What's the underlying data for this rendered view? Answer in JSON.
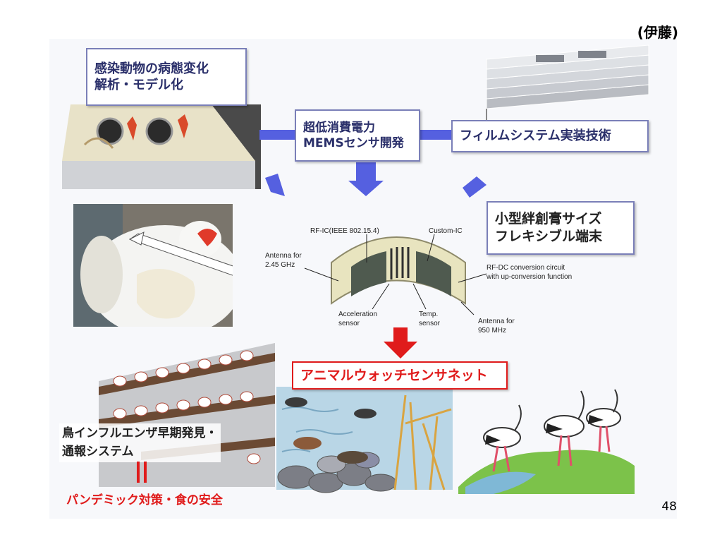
{
  "author": "(伊藤)",
  "page_number": "48",
  "boxes": {
    "analysis": {
      "line1": "感染動物の病態変化",
      "line2": "解析・モデル化"
    },
    "mems": {
      "line1": "超低消費電力",
      "line2": "MEMSセンサ開発"
    },
    "film": {
      "line1": "フィルムシステム実装技術"
    },
    "plaster": {
      "line1": "小型絆創膏サイズ",
      "line2": "フレキシブル端末"
    },
    "watch": {
      "line1": "アニマルウォッチセンサネット"
    }
  },
  "sensor_labels": {
    "rfic": "RF-IC(IEEE 802.15.4)",
    "custom_ic": "Custom-IC",
    "antenna_245": {
      "line1": "Antenna for",
      "line2": "2.45 GHz"
    },
    "rfdc": {
      "line1": "RF-DC conversion circuit",
      "line2": "with up-conversion function"
    },
    "accel": {
      "line1": "Acceleration",
      "line2": "sensor"
    },
    "temp": {
      "line1": "Temp.",
      "line2": "sensor"
    },
    "antenna_950": {
      "line1": "Antenna for",
      "line2": "950 MHz"
    }
  },
  "bottom_text": {
    "bird_line1": "鳥インフルエンザ早期発見・",
    "bird_line2": "通報システム",
    "pandemic": "パンデミック対策・食の安全"
  },
  "colors": {
    "box_text": "#2a2f6a",
    "box_border": "#7a7fb8",
    "arrow_blue": "#5560e0",
    "arrow_red": "#e01b1b",
    "accent_red": "#e01b1b"
  }
}
